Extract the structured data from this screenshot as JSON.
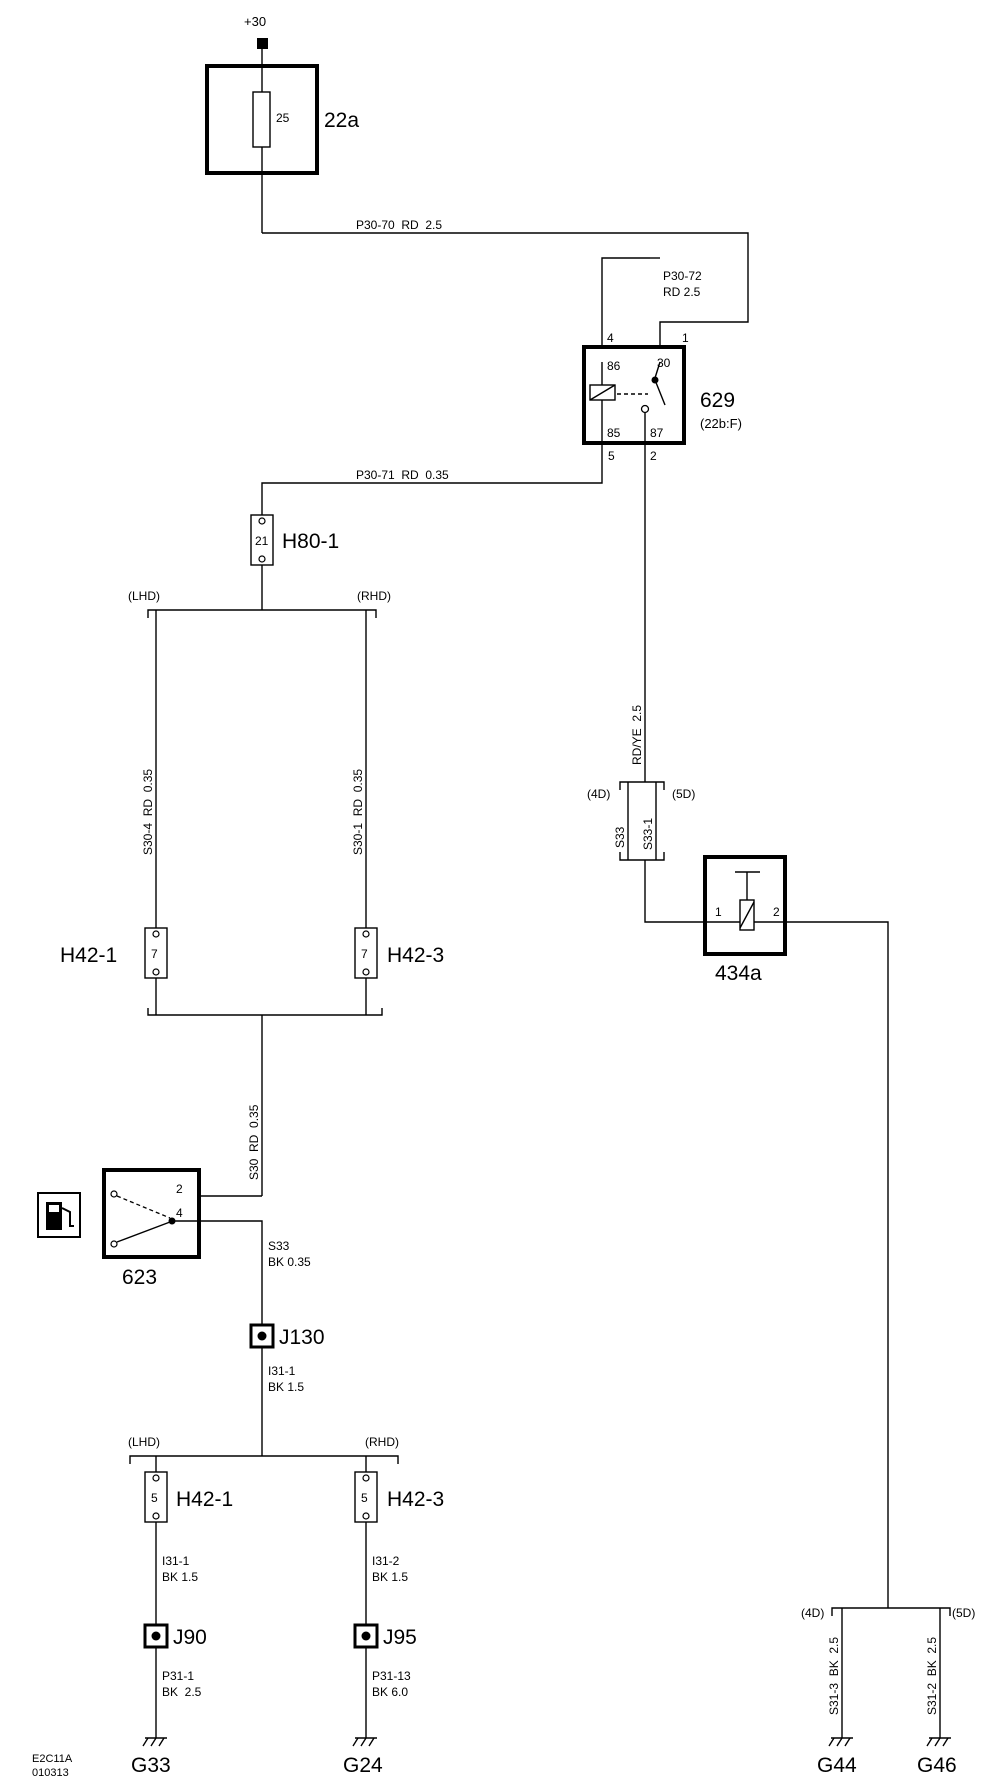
{
  "supply": {
    "label": "+30"
  },
  "fuse": {
    "id": "22a",
    "rating": "25"
  },
  "relay": {
    "id": "629",
    "location": "(22b:F)",
    "pins": {
      "p4": "4",
      "p1": "1",
      "p86": "86",
      "p30": "30",
      "p85": "85",
      "p87": "87",
      "p5": "5",
      "p2": "2"
    }
  },
  "wires": {
    "w1": "P30-70  RD  2.5",
    "w2a": "P30-72",
    "w2b": "RD 2.5",
    "w3": "P30-71  RD  0.35",
    "w4": "RD/YE  2.5",
    "w5": "S30-4  RD  0.35",
    "w6": "S30-1  RD  0.35",
    "w7": "S30  RD  0.35",
    "w8a": "S33",
    "w8b": "BK 0.35",
    "w9a": "I31-1",
    "w9b": "BK 1.5",
    "w10a": "I31-1",
    "w10b": "BK 1.5",
    "w11a": "I31-2",
    "w11b": "BK 1.5",
    "w12a": "P31-1",
    "w12b": "BK  2.5",
    "w13a": "P31-13",
    "w13b": "BK 6.0",
    "w14": "S31-3  BK  2.5",
    "w15": "S31-2  BK  2.5",
    "w16": "S33",
    "w17": "S33-1"
  },
  "variants": {
    "lhd": "(LHD)",
    "rhd": "(RHD)",
    "d4": "(4D)",
    "d5": "(5D)"
  },
  "connectors": {
    "h80": {
      "id": "H80-1",
      "pin": "21"
    },
    "h42_1_top": {
      "id": "H42-1",
      "pin": "7"
    },
    "h42_3_top": {
      "id": "H42-3",
      "pin": "7"
    },
    "h42_1_bot": {
      "id": "H42-1",
      "pin": "5"
    },
    "h42_3_bot": {
      "id": "H42-3",
      "pin": "5"
    }
  },
  "splices": {
    "j130": "J130",
    "j90": "J90",
    "j95": "J95"
  },
  "switch": {
    "id": "623",
    "pin_a": "2",
    "pin_b": "4"
  },
  "indicator": {
    "id": "434a",
    "pin_a": "1",
    "pin_b": "2"
  },
  "grounds": {
    "g33": "G33",
    "g24": "G24",
    "g44": "G44",
    "g46": "G46"
  },
  "footer": {
    "code": "E2C11A",
    "date": "010313"
  }
}
